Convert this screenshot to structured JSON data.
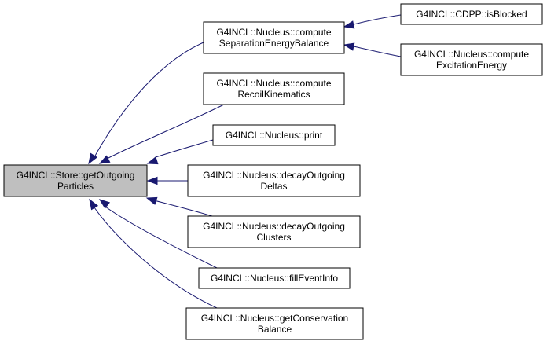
{
  "graph": {
    "root": {
      "id": "store_get_outgoing",
      "lines": [
        "G4INCL::Store::getOutgoing",
        "Particles"
      ],
      "fill": "#bfbfbf"
    },
    "callers": [
      {
        "id": "nucleus_compute_sep",
        "lines": [
          "G4INCL::Nucleus::compute",
          "SeparationEnergyBalance"
        ]
      },
      {
        "id": "nucleus_compute_recoil",
        "lines": [
          "G4INCL::Nucleus::compute",
          "RecoilKinematics"
        ]
      },
      {
        "id": "nucleus_print",
        "lines": [
          "G4INCL::Nucleus::print"
        ]
      },
      {
        "id": "nucleus_decay_deltas",
        "lines": [
          "G4INCL::Nucleus::decayOutgoing",
          "Deltas"
        ]
      },
      {
        "id": "nucleus_decay_clusters",
        "lines": [
          "G4INCL::Nucleus::decayOutgoing",
          "Clusters"
        ]
      },
      {
        "id": "nucleus_fill_event",
        "lines": [
          "G4INCL::Nucleus::fillEventInfo"
        ]
      },
      {
        "id": "nucleus_get_conservation",
        "lines": [
          "G4INCL::Nucleus::getConservation",
          "Balance"
        ]
      }
    ],
    "second_level": [
      {
        "id": "cdpp_is_blocked",
        "lines": [
          "G4INCL::CDPP::isBlocked"
        ],
        "calls": "nucleus_compute_sep"
      },
      {
        "id": "nucleus_compute_exc",
        "lines": [
          "G4INCL::Nucleus::compute",
          "ExcitationEnergy"
        ],
        "calls": "nucleus_compute_sep"
      }
    ],
    "colors": {
      "edge": "#191970",
      "node_fill": "#ffffff",
      "node_stroke": "#000000"
    }
  }
}
